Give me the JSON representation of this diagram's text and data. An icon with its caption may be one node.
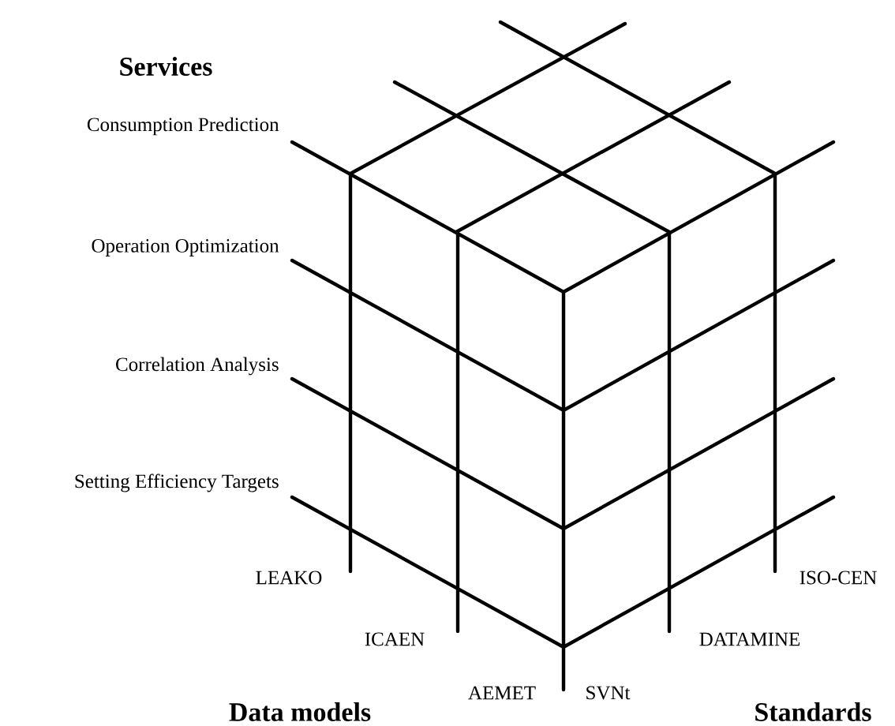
{
  "diagram": {
    "labels": [
      "Services",
      "Consumption Prediction",
      "Operation Optimization",
      "Correlation Analysis",
      "Setting Efficiency Targets",
      "LEAKO",
      "ISO-CEN",
      "ICAEN",
      "DATAMINE",
      "AEMET",
      "SVNt",
      "Data models",
      "Standards"
    ]
  }
}
